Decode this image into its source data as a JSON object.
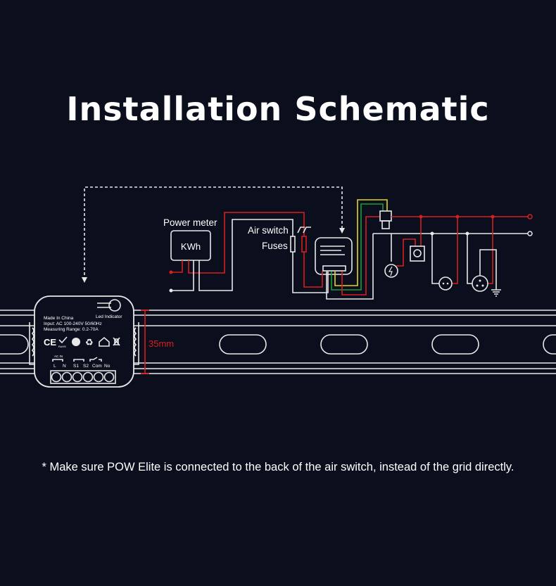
{
  "title": "Installation Schematic",
  "labels": {
    "power_meter": "Power meter",
    "kwh": "KWh",
    "air_switch": "Air switch",
    "fuses": "Fuses",
    "rail_width": "35mm"
  },
  "device": {
    "led_indicator": "Led Indicator",
    "made_in": "Made In China",
    "input": "Input: AC 100-240V 50/60Hz",
    "range": "Measuring Range: 0.2-70A",
    "ac_in": "AC IN",
    "terminals": [
      "L",
      "N",
      "S1",
      "S2",
      "Com",
      "No"
    ],
    "cert_ce": "CE",
    "cert_rohs": "RoHS"
  },
  "note": "* Make sure POW Elite is connected to the back of the air switch, instead of the grid directly.",
  "colors": {
    "background": "#0a0e1d",
    "live": "#d81f1f",
    "neutral": "#e8e8e8",
    "yellow": "#e3d427",
    "green": "#1f9a3a"
  }
}
